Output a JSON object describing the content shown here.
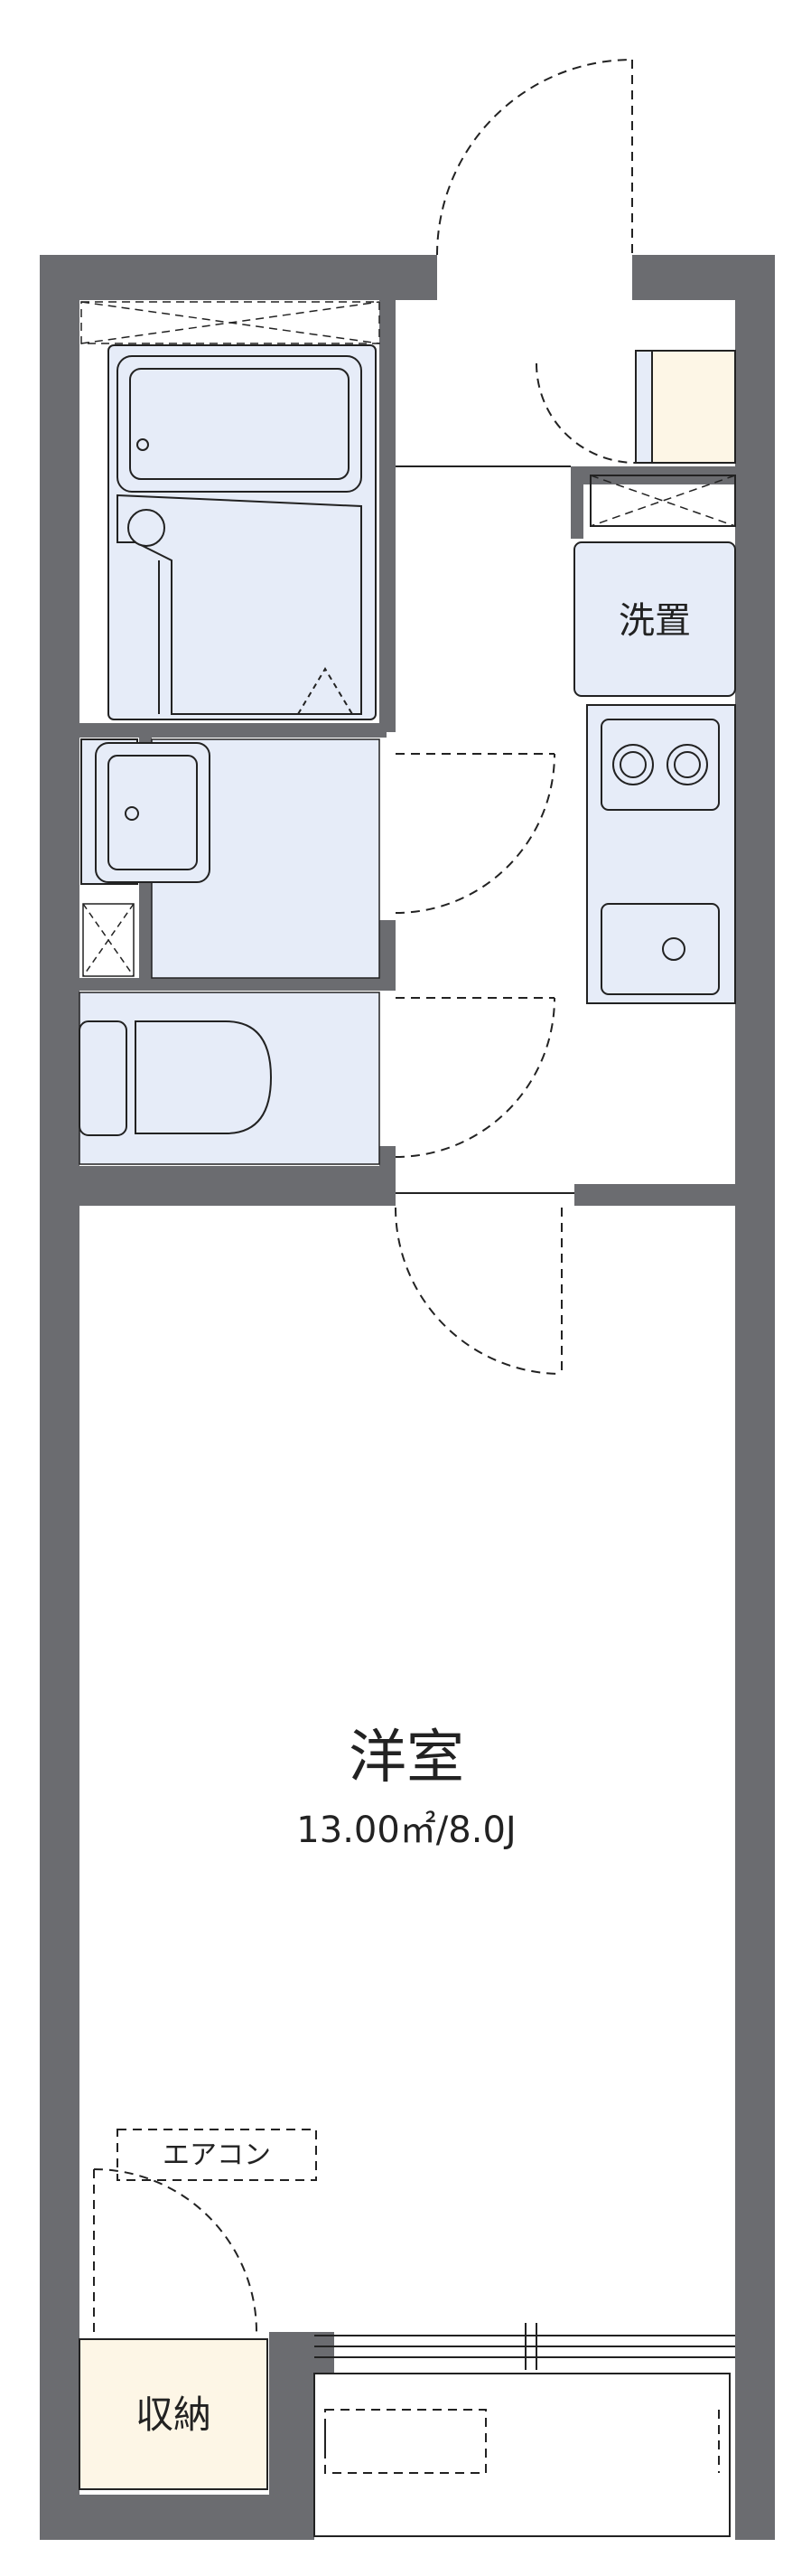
{
  "rooms": {
    "main_room": {
      "name": "洋室",
      "area": "13.00㎡/8.0J"
    },
    "washer": {
      "name": "洗置"
    },
    "closet": {
      "name": "収納"
    },
    "aircon": {
      "name": "エアコン"
    }
  },
  "colors": {
    "wall": "#6b6c70",
    "fixture_fill": "#e6ecf8",
    "storage_fill": "#fdf6e6",
    "line": "#222222",
    "floor": "#ffffff"
  },
  "icons": {
    "bathtub": "bathtub-icon",
    "toilet": "toilet-icon",
    "sink": "washbasin-icon",
    "stove": "stove-icon",
    "kitchen_sink": "kitchen-sink-icon",
    "fridge": "fridge-space-icon"
  }
}
